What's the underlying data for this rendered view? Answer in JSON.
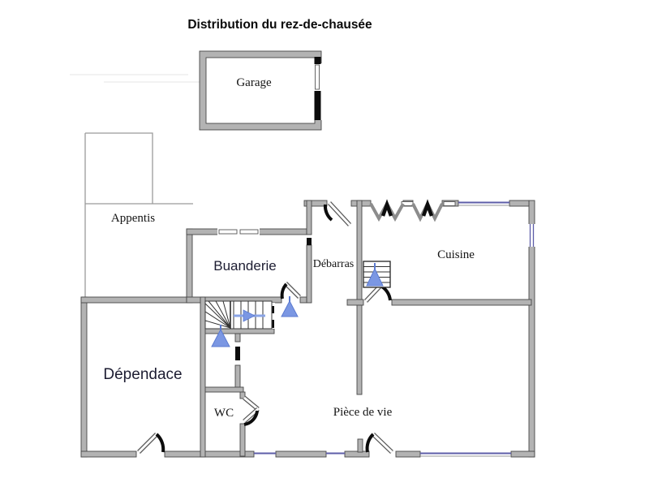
{
  "title": "Distribution du rez-de-chausée",
  "rooms": {
    "garage": {
      "label": "Garage"
    },
    "appentis": {
      "label": "Appentis"
    },
    "buanderie": {
      "label": "Buanderie"
    },
    "debarras": {
      "label": "Débarras"
    },
    "cuisine": {
      "label": "Cuisine"
    },
    "dependace": {
      "label": "Dépendace"
    },
    "wc": {
      "label": "WC"
    },
    "piece_de_vie": {
      "label": "Pièce de vie"
    }
  },
  "markers": {
    "stair_arrow_direction": "right",
    "cone_count": 3,
    "cone_color": "#7b97e3"
  },
  "colors": {
    "wall_fill": "#b3b3b3",
    "wall_edge": "#474747",
    "door_black": "#0c0c0c",
    "window_blue": "#5d5da8",
    "label_dark": "#1d1d32",
    "marker_blue": "#7b97e3"
  }
}
